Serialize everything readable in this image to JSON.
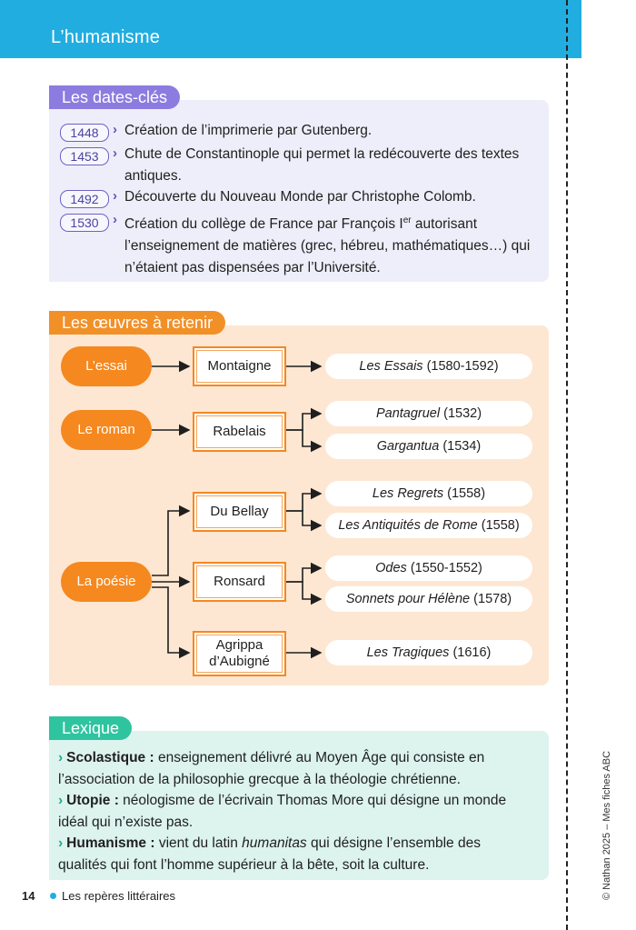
{
  "header": {
    "title": "L’humanisme"
  },
  "dates": {
    "heading": "Les dates-clés",
    "items": [
      {
        "year": "1448",
        "text": "Création de l’imprimerie par Gutenberg."
      },
      {
        "year": "1453",
        "text": "Chute de Constantinople qui permet la redécouverte des textes antiques."
      },
      {
        "year": "1492",
        "text": "Découverte du Nouveau Monde par Christophe Colomb."
      },
      {
        "year": "1530",
        "text_before_sup": "Création du collège de France par François I",
        "sup": "er",
        "text_after_sup": " autorisant l’enseignement de matières (grec, hébreu, mathématiques…) qui n’étaient pas dispensées par l’Université."
      }
    ]
  },
  "oeuvres": {
    "heading": "Les œuvres à retenir",
    "genres": {
      "essai": "L’essai",
      "roman": "Le roman",
      "poesie": "La poésie"
    },
    "authors": {
      "montaigne": "Montaigne",
      "rabelais": "Rabelais",
      "dubellay": "Du Bellay",
      "ronsard": "Ronsard",
      "agrippa_1": "Agrippa",
      "agrippa_2": "d’Aubigné"
    },
    "works": [
      {
        "title": "Les Essais",
        "date": "(1580-1592)"
      },
      {
        "title": "Pantagruel",
        "date": "(1532)"
      },
      {
        "title": "Gargantua",
        "date": "(1534)"
      },
      {
        "title": "Les Regrets",
        "date": "(1558)"
      },
      {
        "title": "Les Antiquités de Rome",
        "date": "(1558)"
      },
      {
        "title": "Odes",
        "date": "(1550-1552)"
      },
      {
        "title": "Sonnets pour Hélène",
        "date": "(1578)"
      },
      {
        "title": "Les Tragiques",
        "date": "(1616)"
      }
    ]
  },
  "lexique": {
    "heading": "Lexique",
    "entries": [
      {
        "term": "Scolastique :",
        "def": " enseignement délivré au Moyen Âge qui consiste en l’association de la philosophie grecque à la théologie chrétienne."
      },
      {
        "term": "Utopie :",
        "def": " néologisme de l’écrivain Thomas More qui désigne un monde idéal qui n’existe pas."
      },
      {
        "term": "Humanisme :",
        "def_before": " vient du latin ",
        "def_italic": "humanitas",
        "def_after": " qui désigne l’ensemble des qualités qui font l’homme supérieur à la bête, soit la culture."
      }
    ]
  },
  "footer": {
    "page_number": "14",
    "section": "Les repères littéraires",
    "copyright": "© Nathan 2025 – Mes fiches ABC"
  },
  "colors": {
    "header": "#21ade0",
    "dates_accent": "#8c7ce0",
    "oeuvres_accent": "#f29028",
    "lexique_accent": "#2fc4a0"
  }
}
